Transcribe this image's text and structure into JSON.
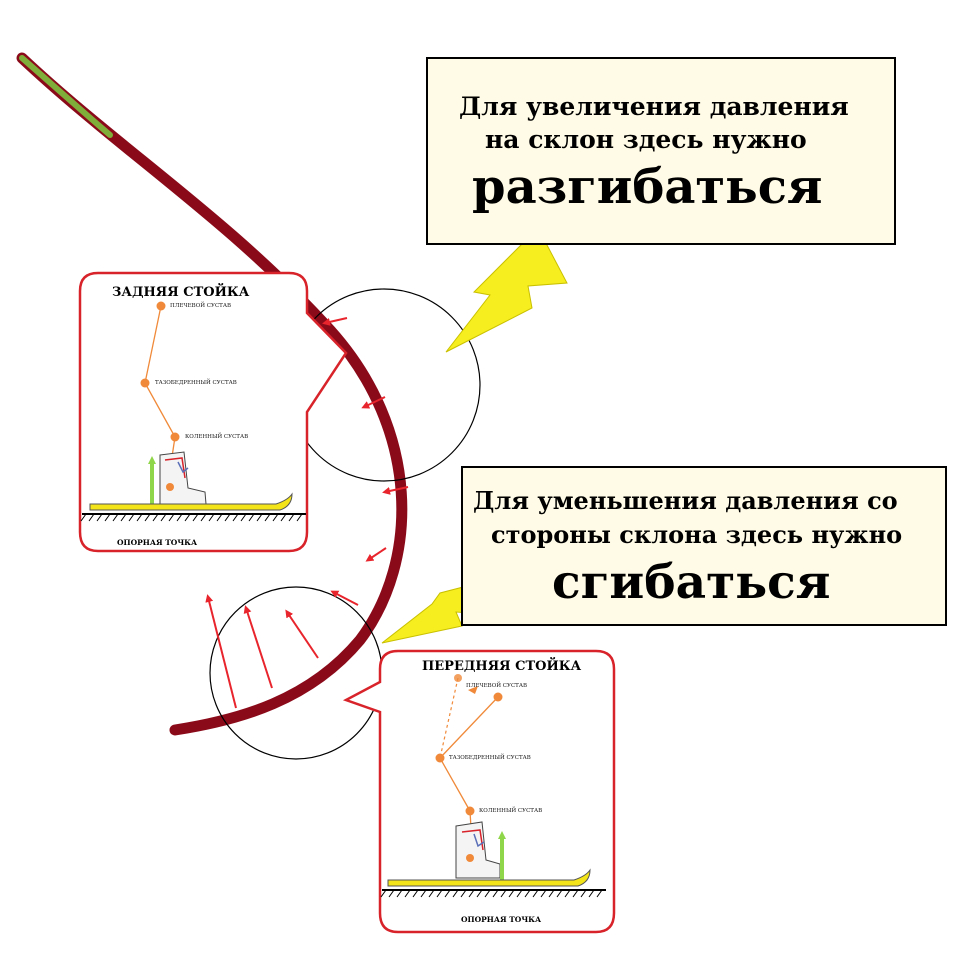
{
  "callout_top": {
    "line1": "Для увеличения давления",
    "line2": "на склон здесь нужно",
    "emphasis": "разгибаться"
  },
  "callout_bottom": {
    "line1": "Для уменьшения давления со",
    "line2": "стороны склона здесь нужно",
    "emphasis": "сгибаться"
  },
  "panel_back": {
    "title": "ЗАДНЯЯ СТОЙКА",
    "joint_shoulder": "ПЛЕЧЕВОЙ СУСТАВ",
    "joint_hip": "ТАЗОБЕДРЕННЫЙ СУСТАВ",
    "joint_knee": "КОЛЕННЫЙ СУСТАВ",
    "support": "ОПОРНАЯ ТОЧКА"
  },
  "panel_front": {
    "title": "ПЕРЕДНЯЯ СТОЙКА",
    "joint_shoulder": "ПЛЕЧЕВОЙ СУСТАВ",
    "joint_hip": "ТАЗОБЕДРЕННЫЙ СУСТАВ",
    "joint_knee": "КОЛЕННЫЙ СУСТАВ",
    "support": "ОПОРНАЯ ТОЧКА"
  },
  "colors": {
    "trajectory": "#8b0a1a",
    "trajectory_start": "#7fae3a",
    "arrow": "#e8242c",
    "lightning": "#f6ee1e",
    "box_fill": "#fffbe6",
    "ski": "#f2e418",
    "joint": "#f08a3a",
    "force_arrow": "#8fd64a",
    "panel_border": "#d8232a"
  }
}
